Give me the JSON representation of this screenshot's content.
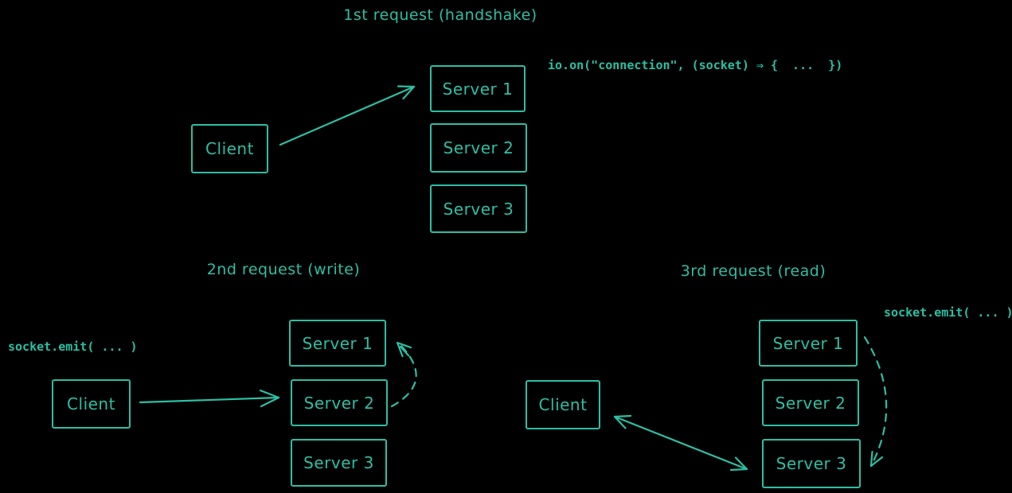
{
  "colors": {
    "stroke": "#2cbfa4",
    "background": "#000000"
  },
  "panels": [
    {
      "title": "1st request (handshake)",
      "code": "io.on(\"connection\", (socket) ⇒ {  ...  })",
      "client": "Client",
      "servers": [
        "Server 1",
        "Server 2",
        "Server 3"
      ],
      "arrows": [
        {
          "name": "client-to-server1",
          "style": "solid",
          "heads": "end"
        }
      ]
    },
    {
      "title": "2nd request (write)",
      "code": "socket.emit( ... )",
      "client": "Client",
      "servers": [
        "Server 1",
        "Server 2",
        "Server 3"
      ],
      "arrows": [
        {
          "name": "client-to-server2",
          "style": "solid",
          "heads": "end"
        },
        {
          "name": "server2-to-server1",
          "style": "dashed",
          "heads": "end"
        }
      ]
    },
    {
      "title": "3rd request (read)",
      "code": "socket.emit( ... )",
      "client": "Client",
      "servers": [
        "Server 1",
        "Server 2",
        "Server 3"
      ],
      "arrows": [
        {
          "name": "client-server3",
          "style": "solid",
          "heads": "both"
        },
        {
          "name": "server1-to-server3",
          "style": "dashed",
          "heads": "end"
        }
      ]
    }
  ]
}
